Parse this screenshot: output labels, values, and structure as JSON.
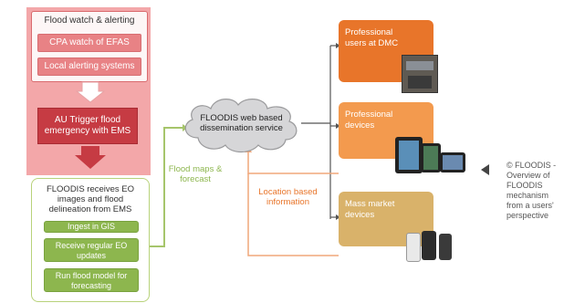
{
  "left": {
    "heading": "Flood watch & alerting",
    "pill1": "CPA watch of EFAS",
    "pill2": "Local alerting systems",
    "trigger": "AU Trigger flood emergency with EMS",
    "green_heading": "FLOODIS receives EO images and flood delineation from EMS",
    "ingest": "Ingest in GIS",
    "receive": "Receive regular EO updates",
    "run": "Run flood model for forecasting"
  },
  "cloud": {
    "label": "FLOODIS web based dissemination service"
  },
  "edges": {
    "flood_maps": "Flood maps & forecast",
    "location": "Location based information"
  },
  "right": {
    "box1": "Professional users at DMC",
    "box2": "Professional devices",
    "box3": "Mass market devices"
  },
  "caption": "© FLOODIS - Overview of FLOODIS mechanism from a users' perspective",
  "colors": {
    "red_panel": "#f3a7a9",
    "trigger": "#c63b43",
    "green": "#8db64e",
    "orange_dark": "#e8752a",
    "orange_mid": "#f39a4e",
    "tan": "#d9b26a"
  }
}
